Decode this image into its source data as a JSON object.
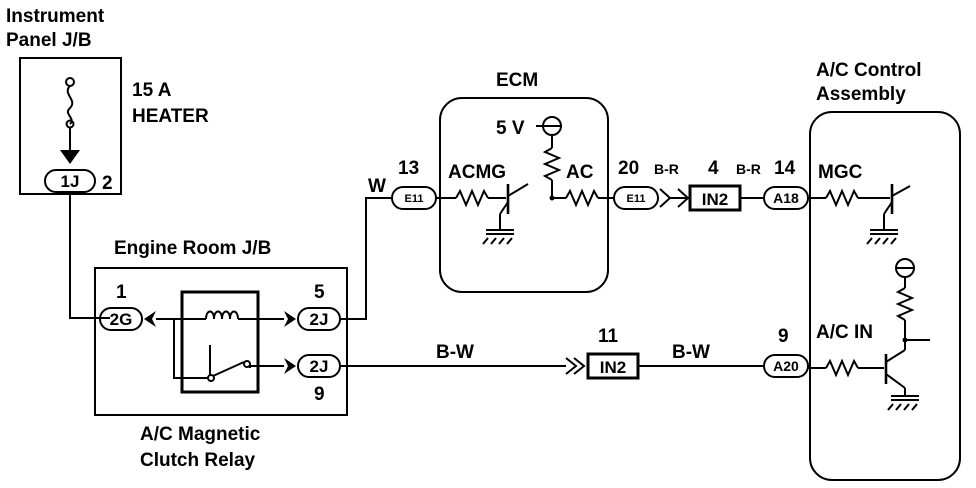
{
  "labels": {
    "instrument_panel_jb": [
      "Instrument",
      "Panel J/B"
    ],
    "fuse_rating": "15 A",
    "fuse_name": "HEATER",
    "conn_1j": "1J",
    "pin_1j": "2",
    "engine_room_jb": "Engine Room J/B",
    "pin_2g": "1",
    "conn_2g": "2G",
    "pin_2j_top": "5",
    "conn_2j_top": "2J",
    "conn_2j_bottom": "2J",
    "pin_2j_bottom": "9",
    "relay_name": [
      "A/C Magnetic",
      "Clutch Relay"
    ],
    "wire_w": "W",
    "pin_e11_left": "13",
    "conn_e11_left": "E11",
    "ecm_title": "ECM",
    "ecm_5v": "5 V",
    "ecm_acmg": "ACMG",
    "ecm_ac": "AC",
    "pin_e11_right": "20",
    "conn_e11_right": "E11",
    "wire_br_1": "B-R",
    "pin_in2_top": "4",
    "conn_in2_top": "IN2",
    "wire_br_2": "B-R",
    "pin_a18": "14",
    "conn_a18": "A18",
    "ac_control_assembly": [
      "A/C Control",
      "Assembly"
    ],
    "mgc": "MGC",
    "wire_bw_1": "B-W",
    "pin_in2_bottom": "11",
    "conn_in2_bottom": "IN2",
    "wire_bw_2": "B-W",
    "pin_a20": "9",
    "conn_a20": "A20",
    "ac_in": "A/C IN"
  }
}
